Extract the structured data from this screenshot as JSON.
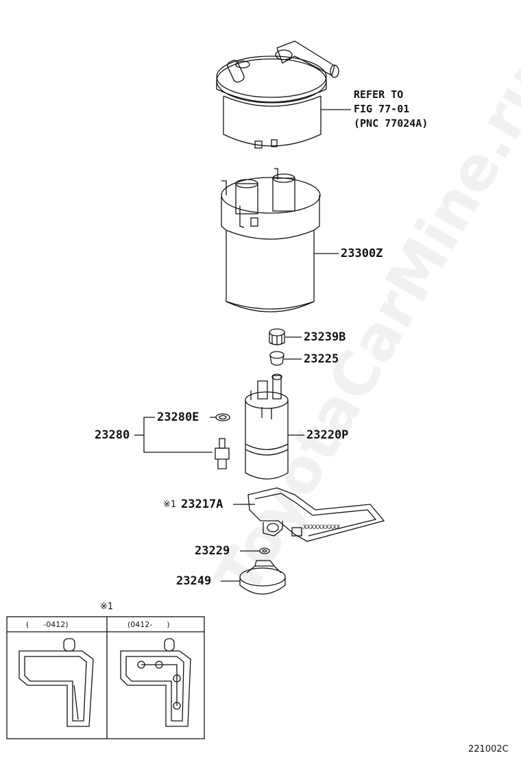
{
  "watermark": "ToyotaCarMine.ru",
  "refer_note": {
    "line1": "REFER TO",
    "line2": "FIG 77-01",
    "line3": "(PNC 77024A)"
  },
  "parts": {
    "p23300z": "23300Z",
    "p23239b": "23239B",
    "p23225": "23225",
    "p23280e": "23280E",
    "p23280": "23280",
    "p23220p": "23220P",
    "p23217a": "23217A",
    "p23217a_mark": "※1",
    "p23229": "23229",
    "p23249": "23249"
  },
  "inset": {
    "mark": "※1",
    "col_left": "(      -0412)",
    "col_right": "(0412-      )"
  },
  "figure_id": "221002C",
  "colors": {
    "line": "#111111",
    "watermark": "#b0b0b0"
  }
}
